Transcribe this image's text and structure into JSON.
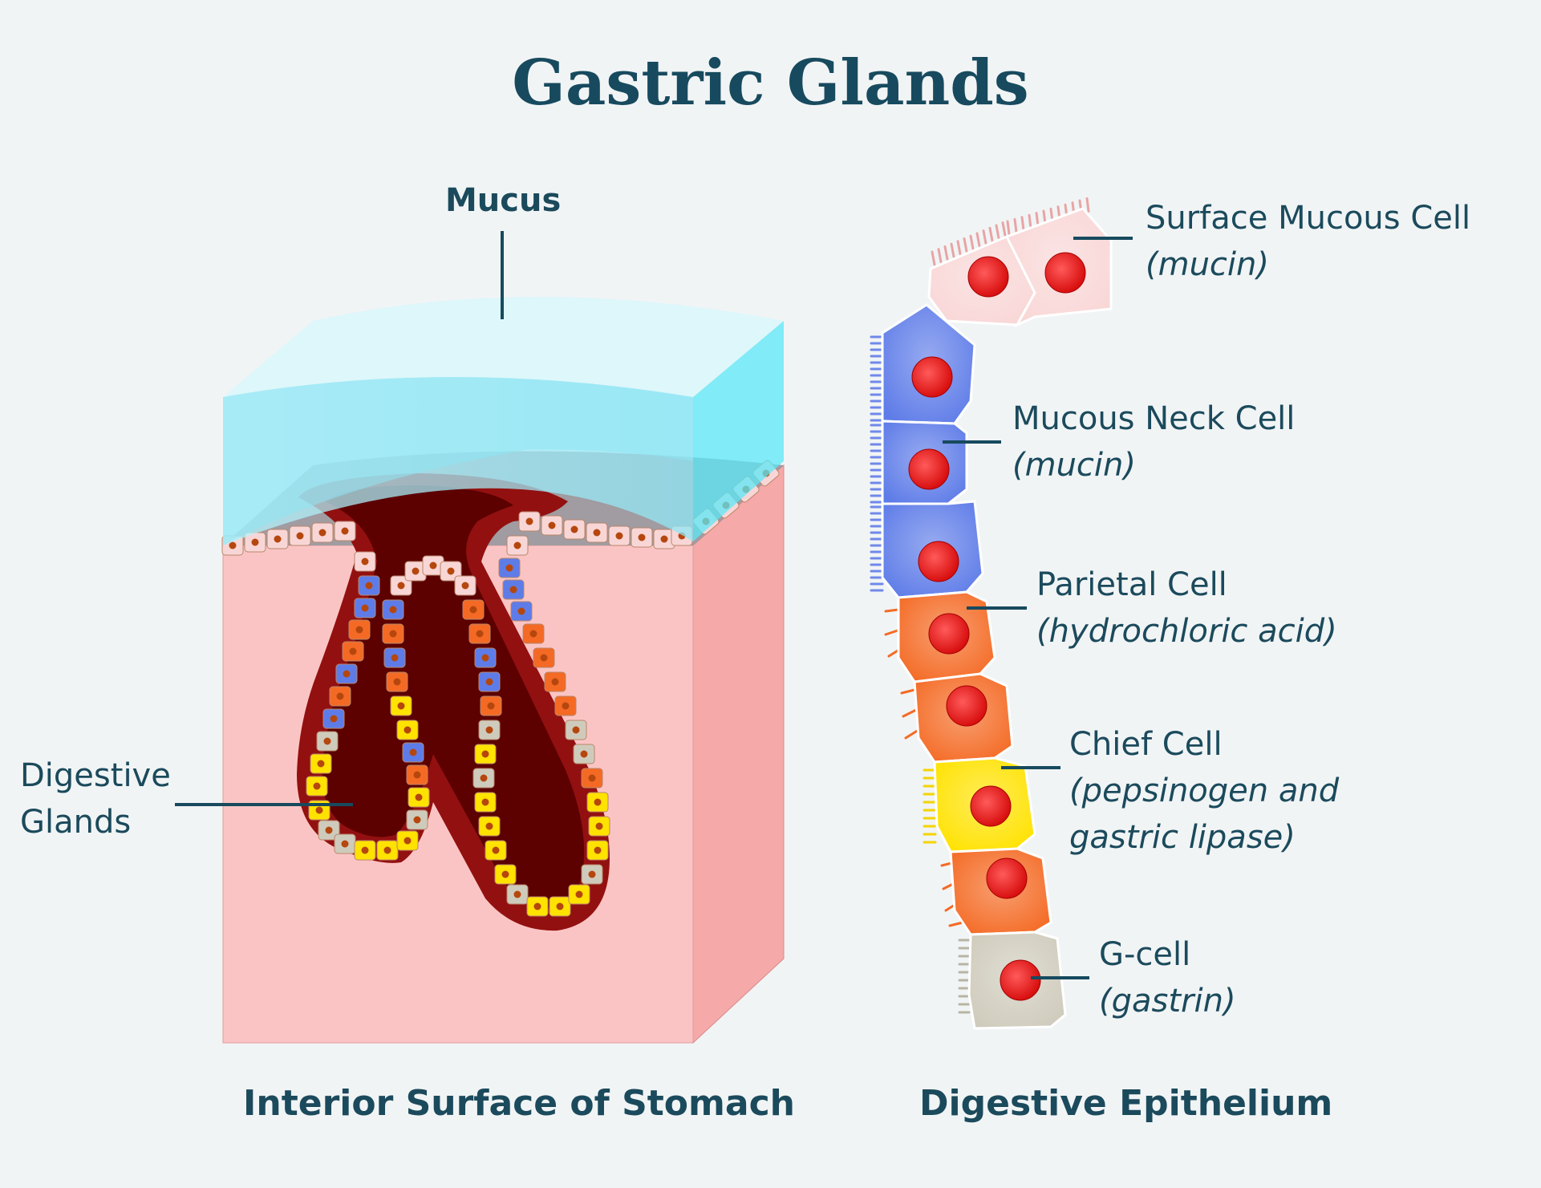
{
  "title": "Gastric Glands",
  "stomach": {
    "caption": "Interior Surface of Stomach",
    "mucus_label": "Mucus",
    "glands_label_line1": "Digestive",
    "glands_label_line2": "Glands"
  },
  "epithelium": {
    "caption": "Digestive Epithelium",
    "cells": [
      {
        "name": "Surface Mucous Cell",
        "secretes": "(mucin)",
        "color": "#f9d6d6"
      },
      {
        "name": "Mucous Neck Cell",
        "secretes": "(mucin)",
        "color": "#5e7ce8"
      },
      {
        "name": "Parietal Cell",
        "secretes": "(hydrochloric acid)",
        "color": "#f46a24"
      },
      {
        "name": "Chief Cell",
        "secretes_line1": "(pepsinogen and",
        "secretes_line2": "gastric lipase)",
        "color": "#ffe200"
      },
      {
        "name": "G-cell",
        "secretes": "(gastrin)",
        "color": "#cfcbbc"
      }
    ]
  },
  "colors": {
    "mucus": "#9eeaf7",
    "tissue": "#fbc4c4",
    "lumen": "#5c0000",
    "gland_wall": "#931010",
    "text": "#174a5e"
  }
}
